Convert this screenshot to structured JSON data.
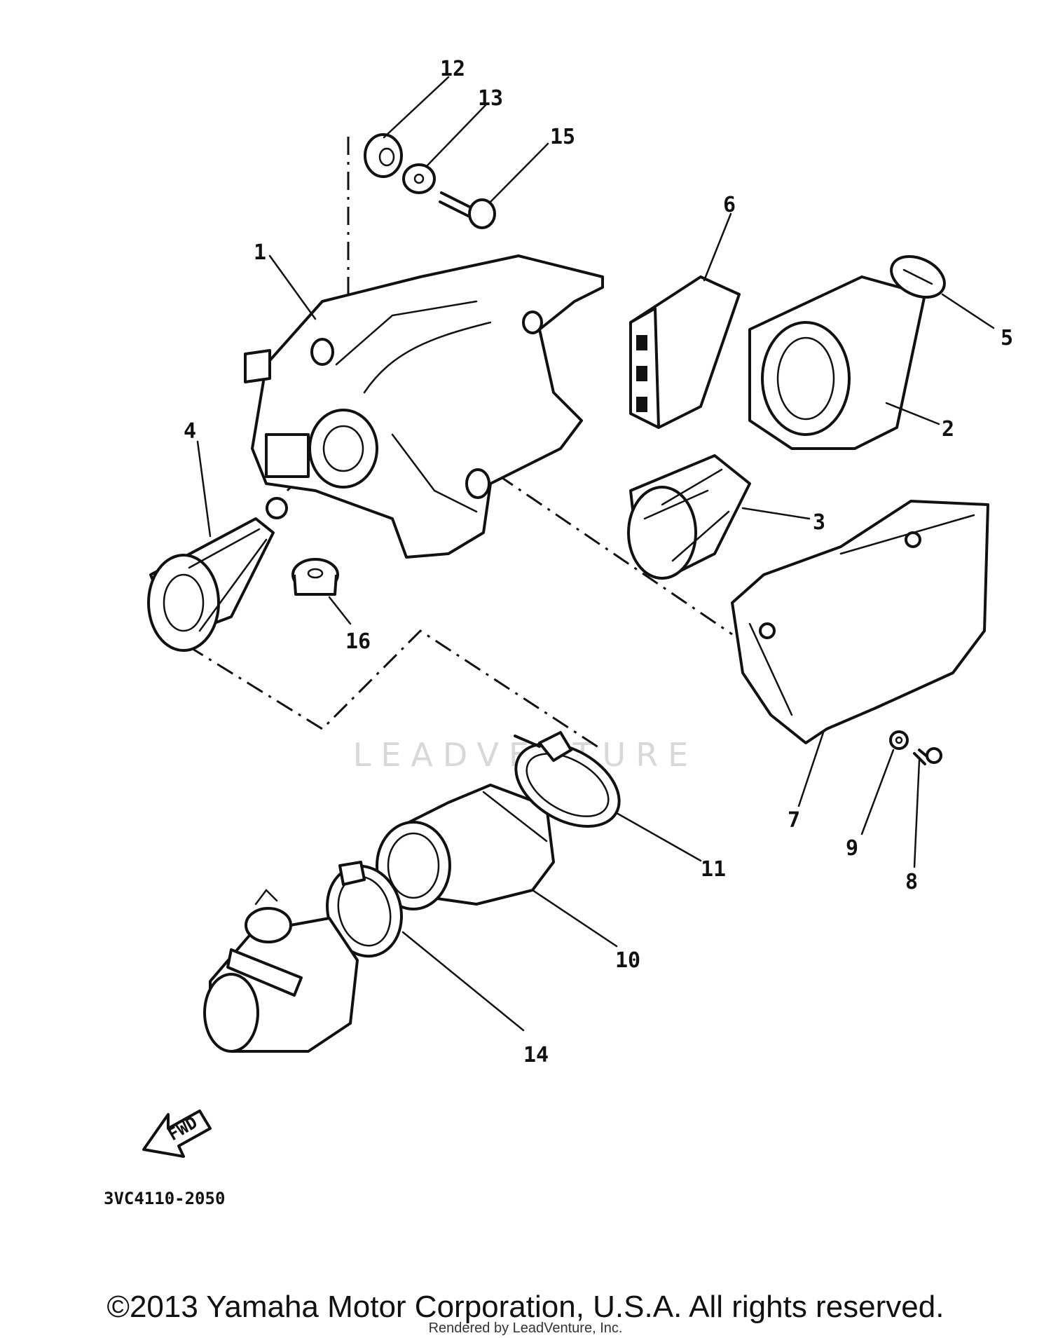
{
  "callouts": {
    "c1": "1",
    "c2": "2",
    "c3": "3",
    "c4": "4",
    "c5": "5",
    "c6": "6",
    "c7": "7",
    "c8": "8",
    "c9": "9",
    "c10": "10",
    "c11": "11",
    "c12": "12",
    "c13": "13",
    "c14": "14",
    "c15": "15",
    "c16": "16"
  },
  "fwd_label": "FWD",
  "part_code": "3VC4110-2050",
  "watermark": "LEADVENTURE",
  "copyright": "©2013 Yamaha Motor Corporation, U.S.A. All rights reserved.",
  "rendered_by": "Rendered by LeadVenture, Inc."
}
